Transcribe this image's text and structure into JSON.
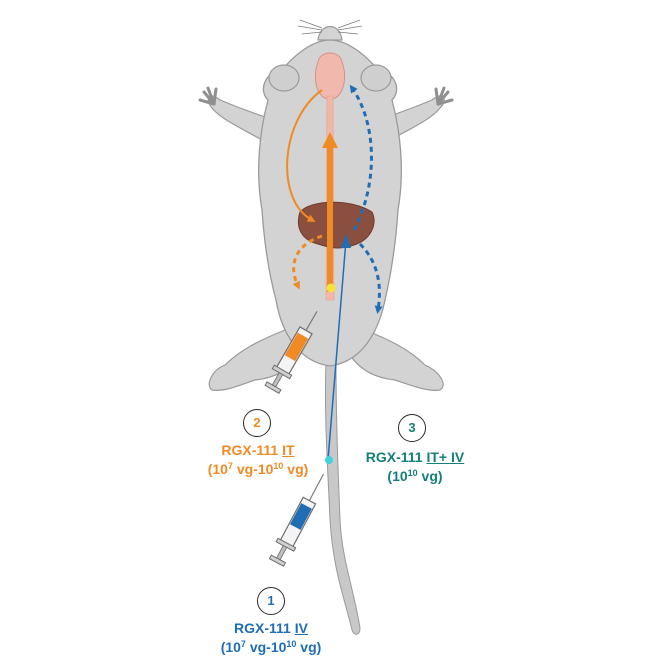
{
  "colors": {
    "orange": "#f08a24",
    "blue": "#1f6db5",
    "teal": "#14807a",
    "body": "#d3d3d3",
    "liver": "#8a4f3e",
    "brain": "#f1b8ae"
  },
  "labels": {
    "route1": {
      "number": "1",
      "name": "RGX-111",
      "route": "IV",
      "dose_a": "(10",
      "dose_a_exp": "7",
      "dose_mid": " vg-10",
      "dose_b_exp": "10",
      "dose_end": " vg)"
    },
    "route2": {
      "number": "2",
      "name": "RGX-111",
      "route": "IT",
      "dose_a": "(10",
      "dose_a_exp": "7",
      "dose_mid": " vg-10",
      "dose_b_exp": "10",
      "dose_end": " vg)"
    },
    "route3": {
      "number": "3",
      "name": "RGX-111",
      "route": "IT+ IV",
      "dose_a": "(10",
      "dose_a_exp": "10",
      "dose_end": " vg)"
    }
  }
}
